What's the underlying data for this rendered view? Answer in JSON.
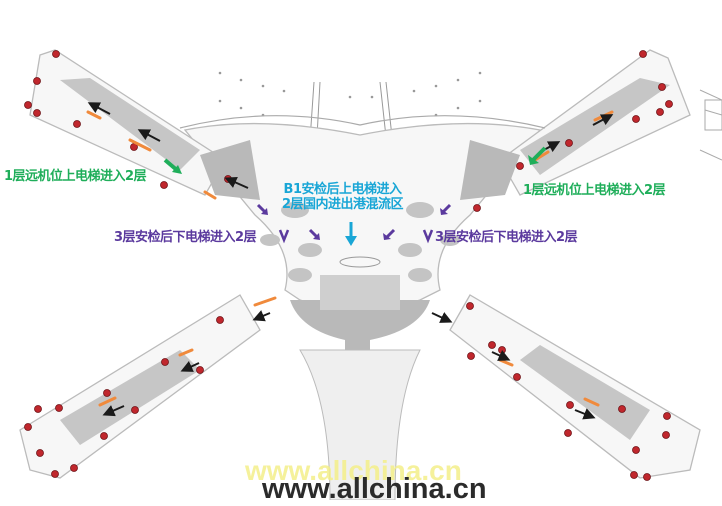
{
  "map": {
    "title": "Airport terminal floor plan with passenger flow annotations",
    "annotations": {
      "left_green": "1层远机位上电梯进入2层",
      "right_green": "1层远机位上电梯进入2层",
      "center_blue_line1": "B1安检后上电梯进入",
      "center_blue_line2": "2层国内进出港混流区",
      "left_purple": "3层安检后下电梯进入2层",
      "right_purple": "3层安检后下电梯进入2层"
    },
    "legend_colors": {
      "green_arrow": "#1fae5a",
      "purple_arrow": "#5b3a9e",
      "blue_arrow": "#19a6d6",
      "gate_marker": "#c0272d",
      "walkway_orange": "#f08a3c",
      "walkway_black": "#1a1a1a"
    }
  },
  "watermark": {
    "yellow": "www.allchina.cn",
    "dark": "www.allchina.cn"
  }
}
